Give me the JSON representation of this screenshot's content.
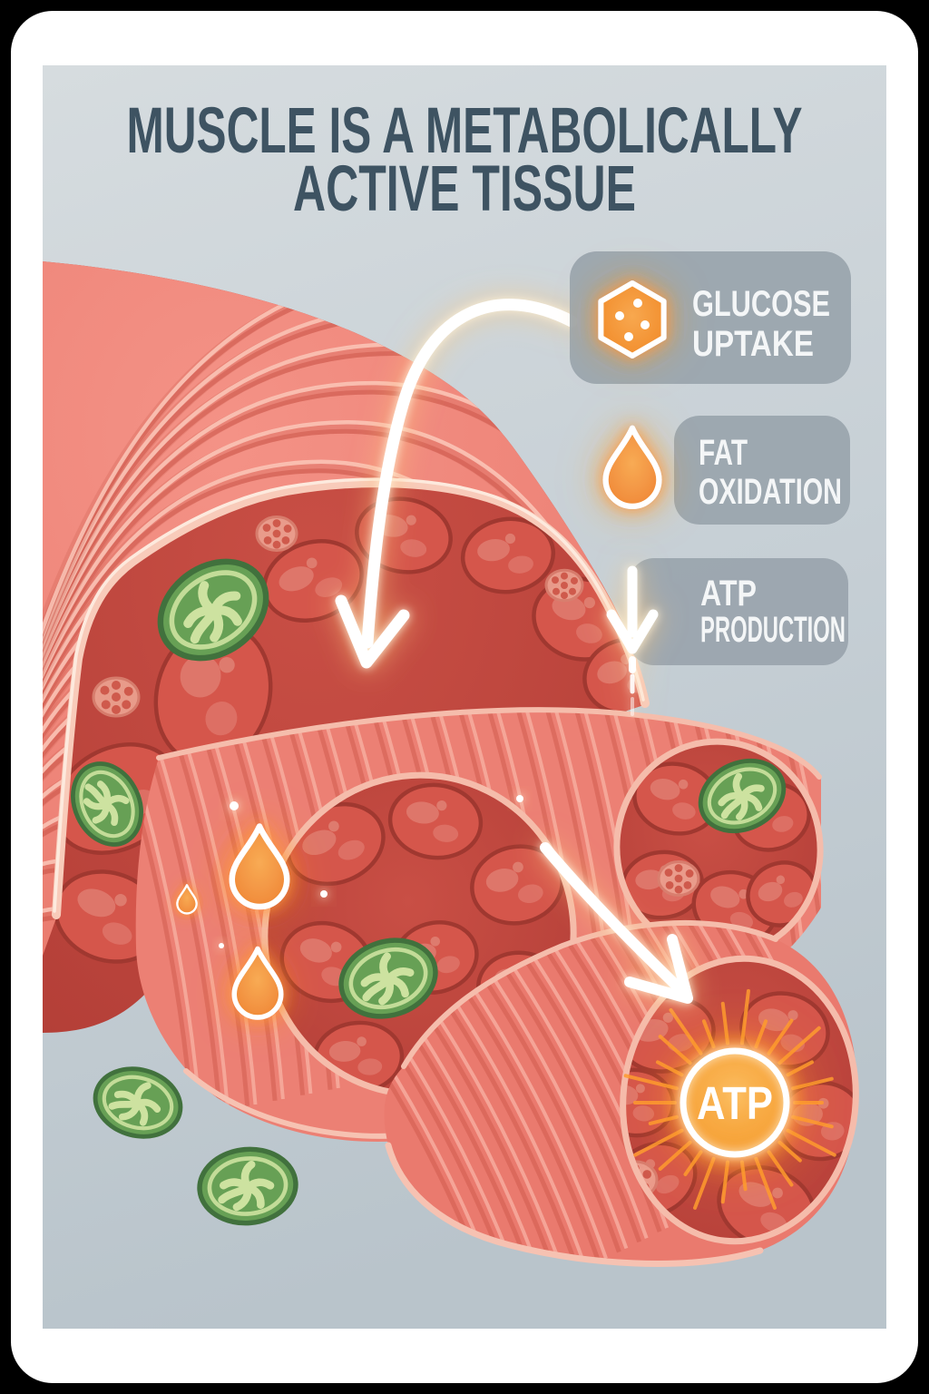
{
  "poster": {
    "title_line1": "MUSCLE IS A METABOLICALLY",
    "title_line2": "ACTIVE TISSUE"
  },
  "legend": {
    "glucose_uptake": {
      "line1": "GLUCOSE",
      "line2": "UPTAKE",
      "icon": "glucose-hexagon-icon"
    },
    "fat_oxidation": {
      "line1": "FAT",
      "line2": "OXIDATION",
      "icon": "fat-droplet-icon"
    },
    "atp_production": {
      "line1": "ATP",
      "line2": "PRODUCTION",
      "icon": "down-arrow-icon"
    }
  },
  "atp_badge": {
    "label": "ATP"
  },
  "icons": {
    "organelles": "mitochondrion-icon",
    "fat_drops": "fat-droplet-icon",
    "flow_arrows": "glowing-arrow-icon"
  },
  "colors": {
    "page_background": "#000000",
    "card": "#ffffff",
    "panel_background": "#c7d0d6",
    "title_text": "#3e5362",
    "label_box": "#9aa5ad",
    "label_text": "#f4f6f7",
    "accent_orange": "#f2911f",
    "glow_orange": "#ffc878",
    "muscle_surface": "#ee8478",
    "muscle_cut_face": "#bf453d",
    "fascicle": "#d5564b",
    "mitochondrion_green": "#67a055",
    "arrow_white": "#ffffff"
  }
}
